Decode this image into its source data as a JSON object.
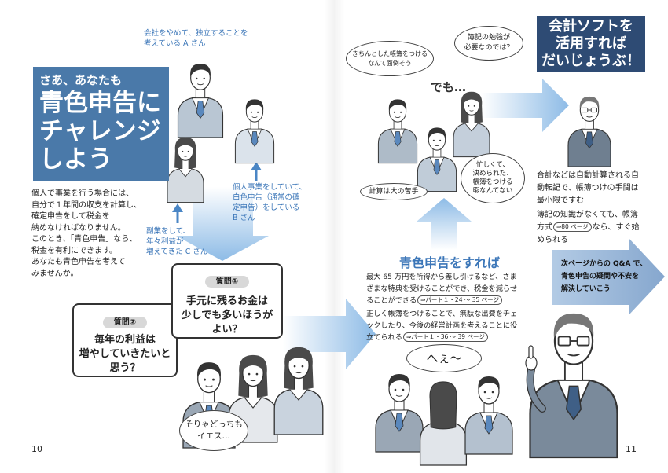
{
  "colors": {
    "title_box": "#4a79a9",
    "software_box": "#2e4b74",
    "accent_text": "#3b76b8",
    "arrow_light": "#8dbbe6",
    "next_arrow": "#86a7ce"
  },
  "page_numbers": {
    "left": "10",
    "right": "11"
  },
  "left": {
    "title": {
      "line1": "さあ、あなたも",
      "line2": "青色申告に",
      "line3": "チャレンジ",
      "line4": "しよう"
    },
    "intro": [
      "個人で事業を行う場合には、",
      "自分で１年間の収支を計算し、",
      "確定申告をして税金を",
      "納めなければなりません。",
      "このとき、「青色申告」なら、",
      "税金を有利にできます。",
      "あなたも青色申告を考えて",
      "みませんか。"
    ],
    "person_a": [
      "会社をやめて、独立することを",
      "考えている A さん"
    ],
    "person_b": [
      "個人事業をしていて、",
      "白色申告（通常の確",
      "定申告）をしている",
      "B さん"
    ],
    "person_c": [
      "副業をして、",
      "年々利益が",
      "増えてきた C さん"
    ],
    "question1": {
      "label": "質問①",
      "lines": [
        "手元に残るお金は",
        "少しでも多いほうが",
        "よい？"
      ]
    },
    "question2": {
      "label": "質問②",
      "lines": [
        "毎年の利益は",
        "増やしていきたいと",
        "思う？"
      ]
    },
    "bubble_yes": [
      "そりゃどっちも",
      "イエス…"
    ]
  },
  "right": {
    "worries": {
      "bubble_tidy": [
        "きちんとした帳簿をつける",
        "なんて面倒そう"
      ],
      "bubble_bookkeeping": [
        "簿記の勉強が",
        "必要なのでは？"
      ],
      "but": "でも…",
      "bubble_busy": [
        "忙しくて、",
        "決められた、",
        "帳簿をつける",
        "暇なんてない"
      ],
      "bubble_math": "計算は大の苦手"
    },
    "software": {
      "title": [
        "会計ソフトを",
        "活用すれば",
        "だいじょうぶ！"
      ],
      "point1": [
        "合計などは自動計算される自",
        "動転記で、帳簿つけの手間は",
        "最小限ですむ"
      ],
      "point2": {
        "line1": "簿記の知識がなくても、帳簿",
        "line2_before": "方式",
        "ref": "⇒80 ページ",
        "line2_after": "なら、すぐ始",
        "line3": "められる"
      }
    },
    "next_arrow": [
      "次ページからの Q&A で、",
      "青色申告の疑問や不安を",
      "解決していこう"
    ],
    "benefits_heading": "青色申告をすれば",
    "benefits": [
      {
        "lines": [
          "最大 65 万円を所得から差し引けるなど、さま",
          "ざまな特典を受けることができ、税金を減らせ",
          "ることができる"
        ],
        "ref": "⇒パート１・24 ～ 35 ページ"
      },
      {
        "lines": [
          "正しく帳簿をつけることで、無駄な出費をチェ",
          "ックしたり、今後の経営計画を考えることに役",
          "立てられる"
        ],
        "ref": "⇒パート１・36 ～ 39 ページ"
      }
    ],
    "reaction": "へぇ〜"
  }
}
